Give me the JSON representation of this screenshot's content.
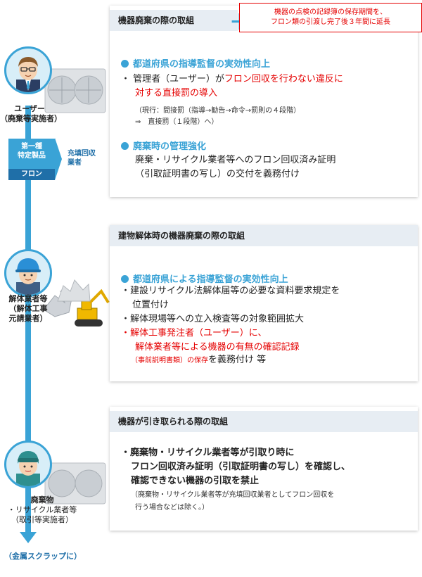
{
  "actors": {
    "user": {
      "name": "ユーザー",
      "sub": "（廃棄等実施者）"
    },
    "demolition": {
      "name": "解体業者等",
      "sub1": "（解体工事",
      "sub2": "元請業者）"
    },
    "waste": {
      "name": "廃棄物",
      "sub1": "・リサイクル業者等",
      "sub2": "（取引等実施者）"
    }
  },
  "tag": {
    "line1": "第一種",
    "line2": "特定製品",
    "foot": "フロン"
  },
  "side_label": {
    "line1": "充填回収",
    "line2": "業者"
  },
  "bottom_label": "（金属スクラップに）",
  "plus_symbol": "＋",
  "callout": {
    "line1": "機器の点検の記録簿の保存期間を、",
    "line2": "フロン類の引渡し完了後３年間に延長"
  },
  "panel1": {
    "title": "機器廃棄の際の取組",
    "h1": "都道府県の指導監督の実効性向上",
    "b1_pre": "・ 管理者（ユーザー）が",
    "b1_red1": "フロン回収を行わない違反に",
    "b1_red2": "対する直接罰の導入",
    "note1": "（現行：間接罰（指導→勧告→命令→罰則の４段階）",
    "note2": "⇒　直接罰（１段階）へ）",
    "h2": "廃棄時の管理強化",
    "b2_1": "廃棄・リサイクル業者等へのフロン回収済み証明",
    "b2_2": "（引取証明書の写し）の交付を義務付け"
  },
  "panel2": {
    "title": "建物解体時の機器廃棄の際の取組",
    "h1": "都道府県による指導監督の実効性向上",
    "l1": "・建設リサイクル法解体届等の必要な資料要求規定を",
    "l2": "位置付け",
    "l3": "・解体現場等への立入検査等の対象範囲拡大",
    "l4_red": "・解体工事発注者（ユーザー）に、",
    "l5_red": "解体業者等による機器の有無の確認記録",
    "l6_small_red": "（事前説明書類）の保存",
    "l6_rest": "を義務付け 等"
  },
  "panel3": {
    "title": "機器が引き取られる際の取組",
    "l1": "・廃棄物・リサイクル業者等が引取り時に",
    "l2": "フロン回収済み証明（引取証明書の写し）を確認し、",
    "l3": "確認できない機器の引取を禁止",
    "n1": "（廃棄物・リサイクル業者等が充填回収業者としてフロン回収を",
    "n2": "行う場合などは除く。）"
  },
  "icons": [
    "businessman-icon",
    "air-conditioner-icon",
    "construction-worker-icon",
    "excavator-icon",
    "rubble-icon",
    "recycling-worker-icon"
  ],
  "colors": {
    "accent": "#3aa3d6",
    "dark_blue": "#1f6fa8",
    "red": "#e50000",
    "head_bg": "#e7edf3"
  }
}
